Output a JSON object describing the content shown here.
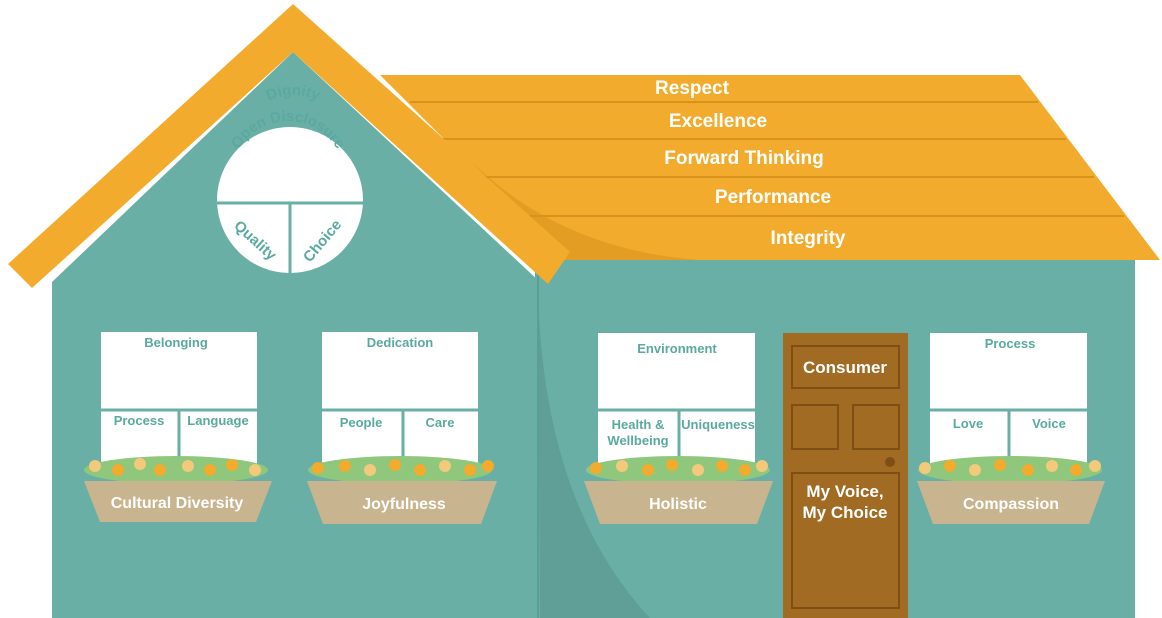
{
  "roof": {
    "planks": [
      "Respect",
      "Excellence",
      "Forward Thinking",
      "Performance",
      "Integrity"
    ]
  },
  "circle": {
    "top_arc": "Dignity",
    "inner_arc": "Open Disclosure",
    "left": "Quality",
    "right": "Choice"
  },
  "windows": [
    {
      "top": "Belonging",
      "left": "Process",
      "right": "Language",
      "box": "Cultural Diversity"
    },
    {
      "top": "Dedication",
      "left": "People",
      "right": "Care",
      "box": "Joyfulness"
    },
    {
      "top": "Environment",
      "left": "Health &",
      "left2": "Wellbeing",
      "right": "Uniqueness",
      "box": "Holistic"
    },
    {
      "top": "Process",
      "left": "Love",
      "right": "Voice",
      "box": "Compassion"
    }
  ],
  "door": {
    "sign": "Consumer",
    "line1": "My Voice,",
    "line2": "My Choice"
  },
  "colors": {
    "wall": "#6aafa6",
    "wall_dark": "#5a9e95",
    "roof": "#f2ab2c",
    "roof_line": "#d8931c",
    "door": "#a26b24",
    "flower_box": "#c8b48e",
    "window": "#ffffff",
    "text_teal": "#5aa9a0"
  }
}
